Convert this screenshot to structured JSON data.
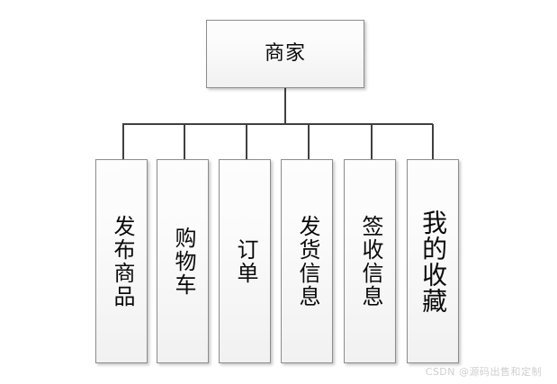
{
  "diagram": {
    "type": "hierarchy-tree",
    "orientation": "top-down",
    "root": {
      "id": "merchant",
      "label": "商家"
    },
    "children": [
      {
        "id": "publish-product",
        "label": "发布商品"
      },
      {
        "id": "shopping-cart",
        "label": "购物车"
      },
      {
        "id": "order",
        "label": "订单"
      },
      {
        "id": "shipping-info",
        "label": "发货信息"
      },
      {
        "id": "receipt-info",
        "label": "签收信息"
      },
      {
        "id": "my-favorites",
        "label": "我的收藏"
      }
    ],
    "colors": {
      "background": "#ffffff",
      "node_fill_top": "#fdfdfd",
      "node_fill_bottom": "#f1f1f1",
      "node_border": "#8c8c8c",
      "connector": "#404040",
      "text": "#0a0a0a",
      "watermark": "#cfcfcf"
    }
  },
  "watermark": {
    "text": "CSDN @源码出售和定制"
  }
}
